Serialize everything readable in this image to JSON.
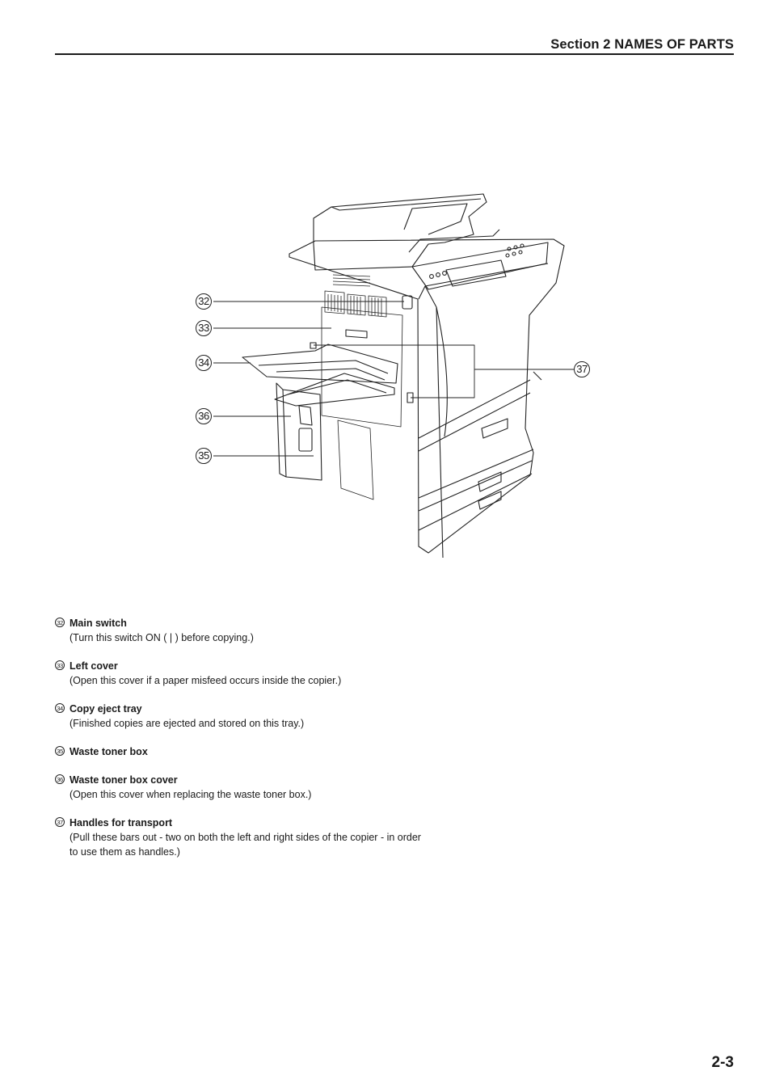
{
  "header": {
    "section_title": "Section 2  NAMES OF PARTS"
  },
  "figure": {
    "callouts": [
      "32",
      "33",
      "34",
      "36",
      "35",
      "37"
    ]
  },
  "parts": [
    {
      "number": "32",
      "name": "Main switch",
      "description": "(Turn this switch ON ( | ) before copying.)"
    },
    {
      "number": "33",
      "name": "Left cover",
      "description": "(Open this cover if a paper misfeed occurs inside the copier.)"
    },
    {
      "number": "34",
      "name": "Copy eject tray",
      "description": "(Finished copies are ejected and stored on this tray.)"
    },
    {
      "number": "35",
      "name": "Waste toner box",
      "description": ""
    },
    {
      "number": "36",
      "name": "Waste toner box cover",
      "description": "(Open this cover when replacing the waste toner box.)"
    },
    {
      "number": "37",
      "name": "Handles for transport",
      "description": "(Pull these bars out - two on both the left and right sides of the copier - in order to use them as handles.)"
    }
  ],
  "footer": {
    "page_number": "2-3"
  }
}
